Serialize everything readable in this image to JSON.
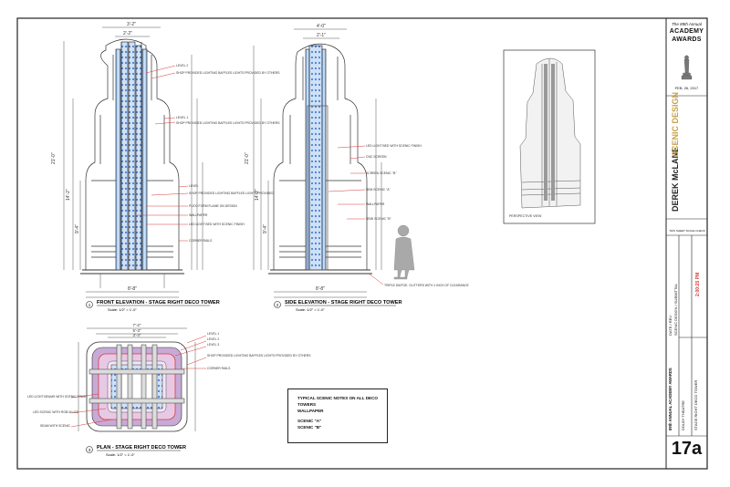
{
  "colors": {
    "ink": "#222222",
    "blue_light": "#9cc4ef",
    "blue_mid": "#5e8fd4",
    "pink_fill": "#e7c9e6",
    "purple_fill": "#c8aad6",
    "red_line": "#d93a3a",
    "gold_text": "#c8a24a"
  },
  "views": {
    "front": {
      "number": "1",
      "title": "FRONT ELEVATION - STAGE RIGHT DECO TOWER",
      "scale": "Scale: 1/2\" = 1'-0\""
    },
    "side": {
      "number": "2",
      "title": "SIDE ELEVATION - STAGE RIGHT DECO TOWER",
      "scale": "Scale: 1/2\" = 1'-0\""
    },
    "plan": {
      "number": "3",
      "title": "PLAN - STAGE RIGHT DECO TOWER",
      "scale": "Scale: 1/2\" = 1'-0\""
    },
    "perspective": {
      "title": "PERSPECTIVE VIEW"
    }
  },
  "front_notes": [
    "LEVEL 2",
    "SHOP PROVIDED LIGHTING BAFFLES LIGHTS PROVIDED BY OTHERS",
    "LEVEL 1",
    "SHOP PROVIDED LIGHTING BAFFLES LIGHTS PROVIDED BY OTHERS",
    "LEVEL",
    "SHOP PROVIDED LIGHTING BAFFLES LIGHTS PROVIDED BY OTHERS",
    "PLEXI FORM FLAME ON DESIGN",
    "WALLPAPER",
    "LED LIGHT BED WITH SCENIC FINISH",
    "CORNER RAILS"
  ],
  "side_notes": [
    "LED LIGHT BED WITH SCENIC FINISH",
    "CNC SCREEN",
    "SCREEN SCENIC \"B\"",
    "SEM SCENIC \"A\"",
    "WALLPAPER",
    "SEMI SCENIC \"B\"",
    "TRIPLE DWTOE. GLITTERS WITH 1 INCH OF CLEARANCE"
  ],
  "plan_notes": [
    "LEVEL 1",
    "LEVEL 2",
    "LEVEL 3",
    "SHOP PROVIDED LIGHTING BAFFLES LIGHTS PROVIDED BY OTHERS",
    "CORNER RAILS",
    "LED LIGHT BEAMS WITH SCENIC FINISH",
    "LED SCENIC WITH RGB-W LED",
    "SEAM WITH SCENIC"
  ],
  "dims": {
    "front_top": "2'-2\"",
    "front_mid": "3'-2\"",
    "front_base": "8'-8\"",
    "front_height": "21'-0\"",
    "front_lower": "14'-2\"",
    "front_bottom": "9'-4\"",
    "side_top": "2'-1\"",
    "side_mid": "4'-0\"",
    "side_base": "8'-8\"",
    "side_height": "21'-0\"",
    "side_lower": "14'-2\"",
    "side_bottom": "9'-4\"",
    "plan_outer": "7'-2\"",
    "plan_inner": "5'-3\"",
    "plan_core": "3'-4\""
  },
  "scenic_notes": {
    "title": "TYPICAL SCENIC NOTES ON ALL DECO TOWERS",
    "lines": [
      "WALLPAPER",
      "",
      "SCENIC \"A\"",
      "SCENIC \"B\""
    ]
  },
  "title_block": {
    "event_line": "The 89th Annual",
    "logo_line1": "ACADEMY",
    "logo_line2": "AWARDS",
    "date": "FEB. 26, 2017",
    "designer": "DEREK McLANE",
    "discipline": "SCENIC DESIGN",
    "scale_label": "THIS SHEET SCALE CHECK",
    "drawn_label": "DATE / REV:",
    "drawn_value": "SCENIC DESIGN / SUBMITTAL",
    "time_value": "2:00:25 PM",
    "project": "89th ANNUAL ACADEMY AWARDS",
    "sheet_desc": "STAGE RIGHT DECO TOWER",
    "venue": "DOLBY THEATRE",
    "sheet_number": "17a"
  }
}
